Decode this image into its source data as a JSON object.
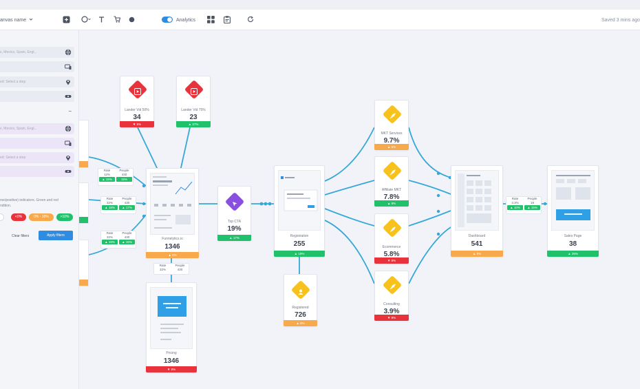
{
  "toolbar": {
    "canvas_name": "anvas name",
    "analytics_label": "Analytics",
    "saved_text": "Saved 3 mins ago",
    "icons": [
      "add-icon",
      "circle-icon",
      "text-icon",
      "cart-icon",
      "shape-icon",
      "toggle",
      "grid-icon",
      "clipboard-icon",
      "refresh-icon"
    ],
    "toggle_color": "#2f8ce0"
  },
  "sidebar": {
    "rows": [
      {
        "text": "s, Mexico, Spain, Engl...",
        "icon": "globe-icon"
      },
      {
        "text": "",
        "icon": "devices-icon"
      },
      {
        "text": "ed: Select a step",
        "icon": "pin-icon"
      },
      {
        "text": "",
        "icon": "link-icon"
      },
      {
        "text": "s, Mexico, Spain, Engl...",
        "icon": "globe-icon"
      },
      {
        "text": "",
        "icon": "devices-icon"
      },
      {
        "text": "ed: Select a step",
        "icon": "pin-icon"
      },
      {
        "text": "",
        "icon": "link-icon"
      }
    ],
    "minus": "−",
    "note": "rse/positive) indicators. Green and red",
    "note2": "ndition.",
    "chips": [
      "<0%",
      "0% - 10%",
      ">10%"
    ],
    "clear_label": "Clear filters",
    "apply_label": "Apply filters"
  },
  "metrics": {
    "rate": "Rate",
    "people": "People",
    "a": {
      "rate": "12%",
      "people": "430",
      "b1": "▲ 15%",
      "b2": "16%"
    },
    "b": {
      "rate": "32%",
      "people": "430",
      "b1": "▲ 18%",
      "b2": "▲ 17%"
    },
    "c": {
      "rate": "32%",
      "people": "430",
      "b1": "▲ 19%",
      "b2": "▲ 15%"
    },
    "d": {
      "rate": "32%",
      "people": "430"
    },
    "e": {
      "rate": "3.3%",
      "people": "18",
      "b1": "▲ 10%",
      "b2": "▲ 15%"
    }
  },
  "nodes": {
    "lander50": {
      "label": "Lander Vid 50%",
      "value": "34",
      "badge": "▼ 8%"
    },
    "lander75": {
      "label": "Lander Vid 75%",
      "value": "23",
      "badge": "▲ 27%"
    },
    "funnel": {
      "label": "Funnelytics.io",
      "value": "1346",
      "badge": "▲ 8%"
    },
    "pricing": {
      "label": "Pricing",
      "value": "1346",
      "badge": "▼ 8%"
    },
    "topcta": {
      "label": "Top CTA",
      "value": "19%",
      "badge": "▲ 17%"
    },
    "registration": {
      "label": "Registration",
      "value": "255",
      "badge": "▲ 19%"
    },
    "registered": {
      "label": "Registered",
      "value": "726",
      "badge": "▲ 8%"
    },
    "mkt": {
      "label": "MKT Services",
      "value": "9.7%",
      "badge": "▲ 8%"
    },
    "affiliate": {
      "label": "Affiliate MKT",
      "value": "7.8%",
      "badge": "▲ 8%"
    },
    "ecommerce": {
      "label": "Ecommerce",
      "value": "5.8%",
      "badge": "▼ 8%"
    },
    "consulting": {
      "label": "Consulting",
      "value": "3.9%",
      "badge": "▼ 8%"
    },
    "dashboard": {
      "label": "Dashboard",
      "value": "541",
      "badge": "▲ 8%"
    },
    "sales": {
      "label": "Sales Page",
      "value": "38",
      "badge": "▲ 28%"
    }
  },
  "colors": {
    "connector": "#35a8d8",
    "red": "#e8333d",
    "green": "#21c16b",
    "orange": "#f7a94c",
    "yellow": "#f7c21b",
    "purple": "#8a4ee0",
    "blue": "#2f8ce0"
  }
}
